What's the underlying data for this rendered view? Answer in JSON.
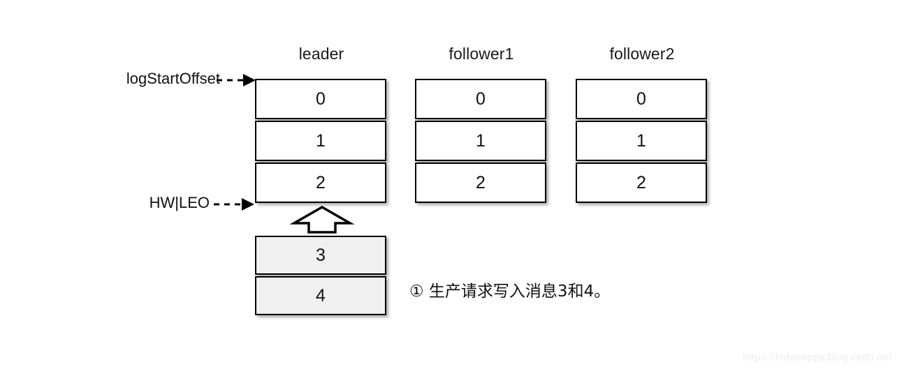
{
  "diagram": {
    "title_columns": [
      {
        "label": "leader"
      },
      {
        "label": "follower1"
      },
      {
        "label": "follower2"
      }
    ],
    "pointers": [
      {
        "name": "logStartOffset",
        "label": "logStartOffset"
      },
      {
        "name": "hw-leo",
        "label": "HW|LEO"
      }
    ],
    "columns": [
      {
        "name": "leader",
        "header": "leader",
        "cells": [
          {
            "value": "0",
            "state": "committed"
          },
          {
            "value": "1",
            "state": "committed"
          },
          {
            "value": "2",
            "state": "committed"
          }
        ]
      },
      {
        "name": "follower1",
        "header": "follower1",
        "cells": [
          {
            "value": "0",
            "state": "committed"
          },
          {
            "value": "1",
            "state": "committed"
          },
          {
            "value": "2",
            "state": "committed"
          }
        ]
      },
      {
        "name": "follower2",
        "header": "follower2",
        "cells": [
          {
            "value": "0",
            "state": "committed"
          },
          {
            "value": "1",
            "state": "committed"
          },
          {
            "value": "2",
            "state": "committed"
          }
        ]
      }
    ],
    "incoming": {
      "name": "produce-request-batch",
      "cells": [
        {
          "value": "3",
          "state": "pending"
        },
        {
          "value": "4",
          "state": "pending"
        }
      ]
    },
    "arrow": {
      "name": "append-arrow",
      "direction": "up"
    },
    "note": "① 生产请求写入消息3和4。",
    "watermark": "https://hiddenpps.blog.csdn.net",
    "colors": {
      "stroke": "#000000",
      "cell_fill": "#ffffff",
      "pending_fill": "#f0f0f0",
      "text": "#111111",
      "watermark": "#ededed",
      "background": "#ffffff"
    }
  }
}
